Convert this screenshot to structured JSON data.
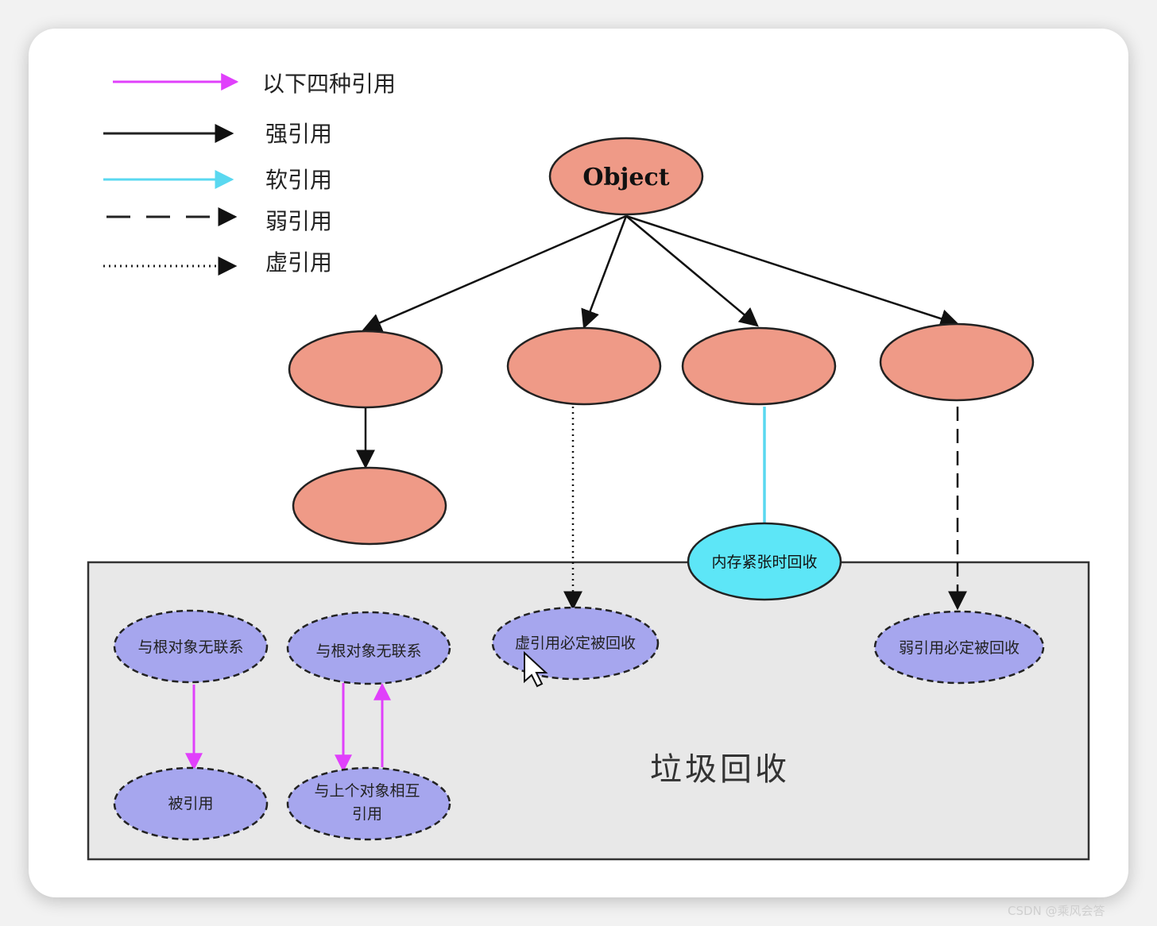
{
  "legend": {
    "items": [
      {
        "label": "以下四种引用",
        "color": "#e040fb",
        "style": "solid"
      },
      {
        "label": "强引用",
        "color": "#222222",
        "style": "solid"
      },
      {
        "label": "软引用",
        "color": "#5ad8f0",
        "style": "solid"
      },
      {
        "label": "弱引用",
        "color": "#222222",
        "style": "dashed"
      },
      {
        "label": "虚引用",
        "color": "#222222",
        "style": "dotted"
      }
    ]
  },
  "nodes": {
    "object": "Object",
    "soft_reclaim": "内存紧张时回收",
    "unlinked_1": "与根对象无联系",
    "unlinked_2": "与根对象无联系",
    "referenced": "被引用",
    "mutual_line1": "与上个对象相互",
    "mutual_line2": "引用",
    "phantom_reclaim": "虚引用必定被回收",
    "weak_reclaim": "弱引用必定被回收"
  },
  "gc_box": {
    "title": "垃圾回收"
  },
  "watermark": "CSDN @乘风会答",
  "colors": {
    "salmon": "#ef9a87",
    "cyan": "#5de6f7",
    "lavender": "#a6a6ee",
    "magenta": "#e040fb",
    "gc_box_bg": "#e8e8e8"
  }
}
